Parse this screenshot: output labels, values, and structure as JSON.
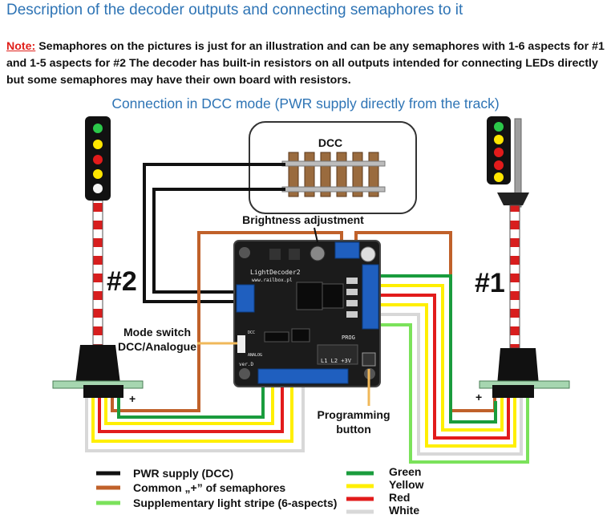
{
  "heading": "Description of the decoder outputs and connecting semaphores to it",
  "note": {
    "label": "Note:",
    "text": "Semaphores on the pictures is just for an illustration and can be any semaphores with 1-6 aspects for #1 and 1-5 aspects for #2 The decoder has built-in resistors on all outputs intended for connecting LEDs directly but some semaphores may have their own board with resistors."
  },
  "subheading": "Connection in DCC mode (PWR supply directly from the track)",
  "diagram": {
    "dcc_label": "DCC",
    "brightness_label": "Brightness adjustment",
    "mode_switch_label": [
      "Mode switch",
      "DCC/Analogue"
    ],
    "programming_label": [
      "Programming",
      "button"
    ],
    "semaphore_left_label": "#2",
    "semaphore_right_label": "#1",
    "plus_sign": "+",
    "board": {
      "name": "LightDecoder2",
      "url": "www.railbox.pl",
      "prog": "PROG",
      "ver": "ver.D",
      "pins": "L1 L2 +3V",
      "dcc": "DCC",
      "analog": "ANALOG"
    }
  },
  "legend": {
    "left": [
      {
        "color": "#111111",
        "label": "PWR supply (DCC)"
      },
      {
        "color": "#c0612a",
        "label": "Common „+” of semaphores"
      },
      {
        "color": "#7be25b",
        "label": "Supplementary light stripe (6-aspects)"
      }
    ],
    "right": [
      {
        "color": "#1a9c3d",
        "label": "Green"
      },
      {
        "color": "#ffef00",
        "label": "Yellow"
      },
      {
        "color": "#e21b1b",
        "label": "Red"
      },
      {
        "color": "#d8d8d8",
        "label": "White"
      }
    ]
  }
}
